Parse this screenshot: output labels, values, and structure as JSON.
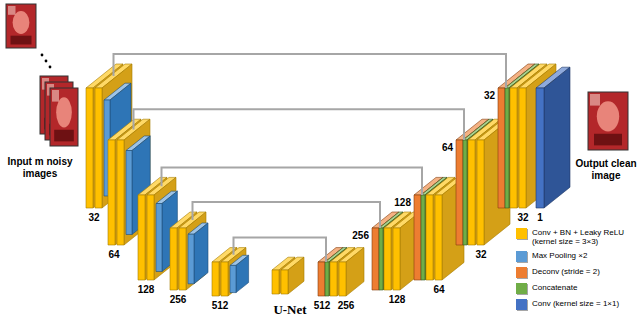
{
  "diagram": {
    "caption": "U-Net",
    "labels": [
      "Input m noisy images",
      "32",
      "64",
      "128",
      "256",
      "512",
      "512",
      "256",
      "256",
      "128",
      "128",
      "64",
      "64",
      "32",
      "32",
      "32",
      "1",
      "Output clean image"
    ],
    "legend": [
      {
        "text": "Conv + BN + Leaky ReLU (kernel size = 3×3)",
        "color": "#FFC000"
      },
      {
        "text": "Max Pooling ×2",
        "color": "#5B9BD5"
      },
      {
        "text": "Deconv (stride = 2)",
        "color": "#ED7D31"
      },
      {
        "text": "Concatenate",
        "color": "#70AD47"
      },
      {
        "text": "Conv (kernel size = 1×1)",
        "color": "#4472C4"
      }
    ]
  }
}
